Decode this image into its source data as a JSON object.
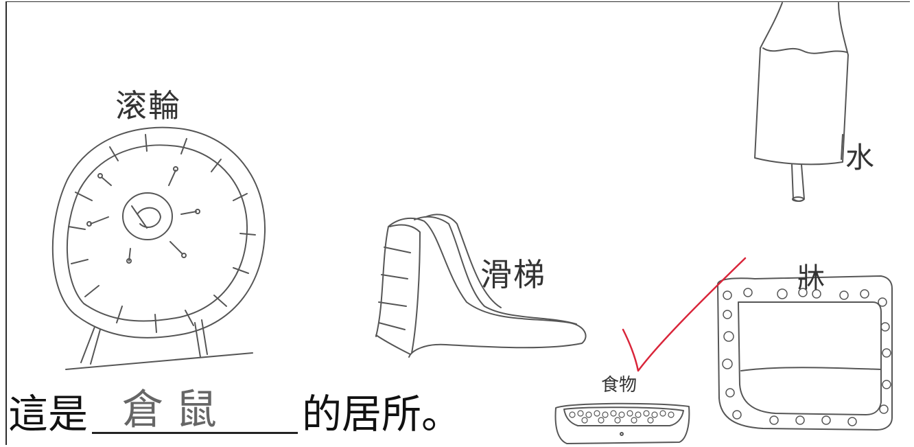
{
  "labels": {
    "wheel": "滚輪",
    "slide": "滑梯",
    "water": "水",
    "bed": "牀",
    "food": "食物"
  },
  "sentence": {
    "prefix": "這是",
    "answer": "倉鼠",
    "suffix": "的居所。"
  },
  "colors": {
    "pencil": "#555555",
    "check_mark": "#d9253a",
    "paper": "#ffffff"
  }
}
